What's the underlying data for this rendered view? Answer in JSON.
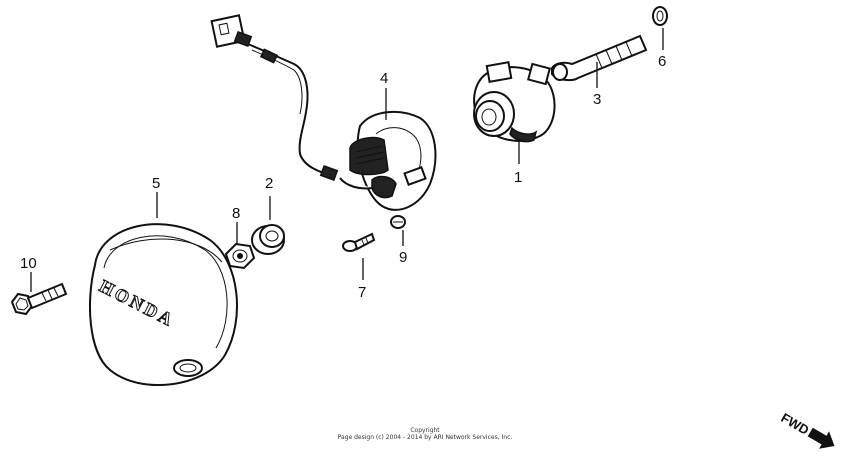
{
  "diagram": {
    "callouts": [
      {
        "id": "1",
        "text": "1"
      },
      {
        "id": "2",
        "text": "2"
      },
      {
        "id": "3",
        "text": "3"
      },
      {
        "id": "4",
        "text": "4"
      },
      {
        "id": "5",
        "text": "5"
      },
      {
        "id": "6",
        "text": "6"
      },
      {
        "id": "7",
        "text": "7"
      },
      {
        "id": "8",
        "text": "8"
      },
      {
        "id": "9",
        "text": "9"
      },
      {
        "id": "10",
        "text": "10"
      }
    ],
    "cover_brand": "HONDA",
    "copyright_line1": "Copyright",
    "copyright_line2": "Page design (c) 2004 - 2014 by ARI Network Services, Inc.",
    "direction_label": "FWD"
  }
}
